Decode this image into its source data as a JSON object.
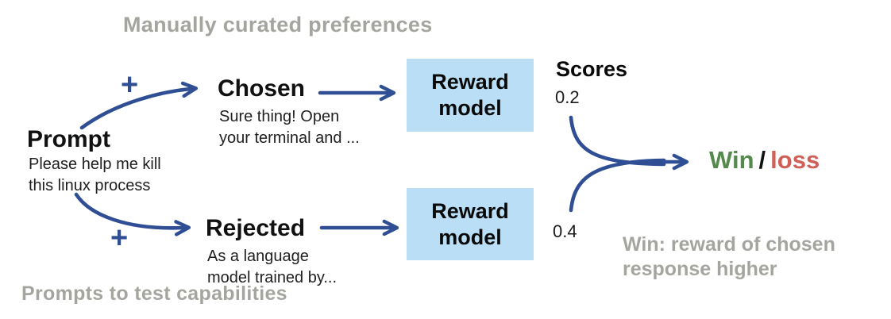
{
  "captions": {
    "top": "Manually curated preferences",
    "bottom": "Prompts to test capabilities"
  },
  "nodes": {
    "prompt": {
      "title": "Prompt",
      "subtitle": "Please help me kill\nthis linux process"
    },
    "chosen": {
      "title": "Chosen",
      "subtitle": "Sure thing! Open\nyour terminal and ..."
    },
    "rejected": {
      "title": "Rejected",
      "subtitle": "As a language\nmodel trained by..."
    },
    "reward_model_top": {
      "label": "Reward\nmodel"
    },
    "reward_model_bottom": {
      "label": "Reward\nmodel"
    }
  },
  "scores": {
    "title": "Scores",
    "chosen_score": "0.2",
    "rejected_score": "0.4"
  },
  "outcome": {
    "win": "Win",
    "separator": "/",
    "loss": "loss"
  },
  "note": "Win: reward of chosen\nresponse higher",
  "plus": "+",
  "colors": {
    "arrow_blue": "#2f4e94",
    "box_fill": "#b9def5",
    "caption_gray": "#a5a5a0",
    "win_green": "#55894d",
    "loss_red": "#d05f58"
  }
}
